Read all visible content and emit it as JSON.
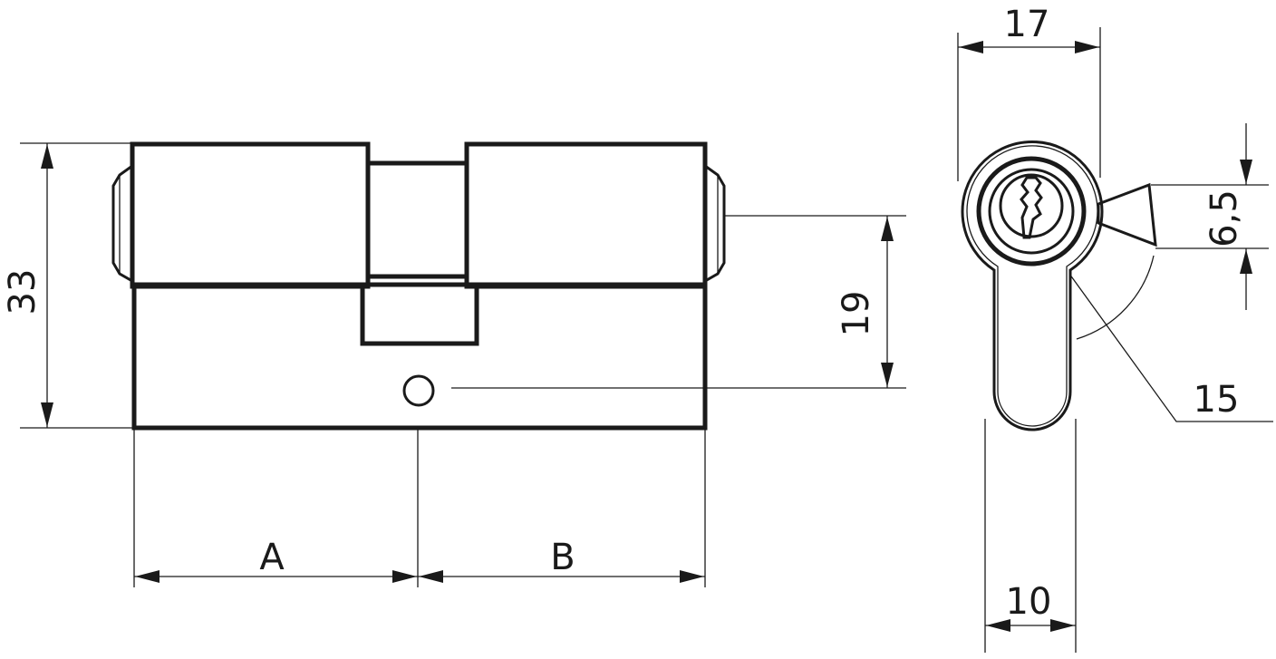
{
  "labels": {
    "height_total": "33",
    "length_a": "A",
    "length_b": "B",
    "screw_offset": "19",
    "width_top": "17",
    "cam_width": "6,5",
    "cam_angle": "15",
    "body_width": "10"
  }
}
